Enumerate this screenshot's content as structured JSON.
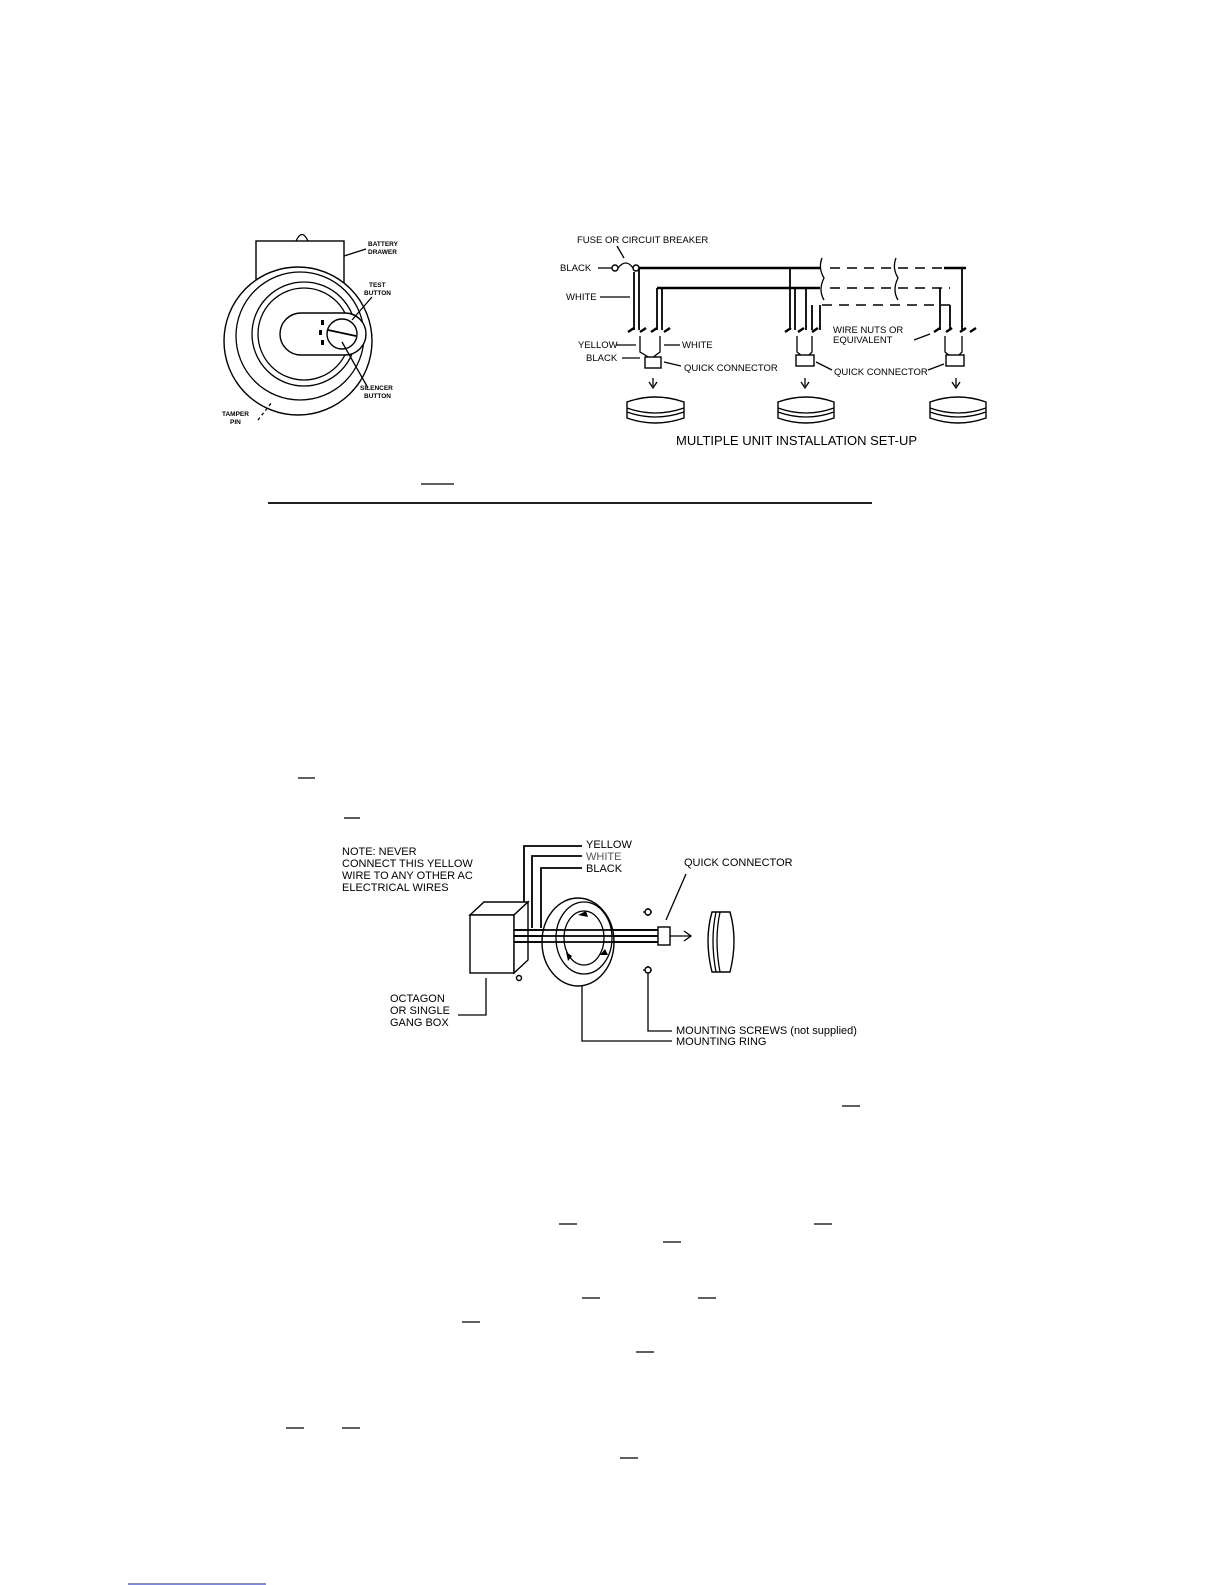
{
  "detector_diagram": {
    "battery_drawer": [
      "BATTERY",
      "DRAWER"
    ],
    "test_button": [
      "TEST",
      "BUTTON"
    ],
    "silencer_button": [
      "SILENCER",
      "BUTTON"
    ],
    "tamper_pin": [
      "TAMPER",
      "PIN"
    ]
  },
  "multiple_unit": {
    "fuse": "FUSE OR CIRCUIT BREAKER",
    "black": "BLACK",
    "white": "WHITE",
    "yellow": "YELLOW",
    "white_right": "WHITE",
    "black_lower": "BLACK",
    "quick_connector_1": "QUICK CONNECTOR",
    "quick_connector_2": "QUICK CONNECTOR",
    "wire_nuts": [
      "WIRE NUTS OR",
      "EQUIVALENT"
    ],
    "title": "MULTIPLE UNIT INSTALLATION SET-UP"
  },
  "mounting_diagram": {
    "note": [
      "NOTE: NEVER",
      "CONNECT THIS YELLOW",
      "WIRE TO ANY OTHER AC",
      "ELECTRICAL WIRES"
    ],
    "yellow": "YELLOW",
    "white": "WHITE",
    "black": "BLACK",
    "quick_connector": "QUICK CONNECTOR",
    "box": [
      "OCTAGON",
      "OR SINGLE",
      "GANG BOX"
    ],
    "screws": "MOUNTING SCREWS  (not supplied)",
    "ring": "MOUNTING RING"
  }
}
